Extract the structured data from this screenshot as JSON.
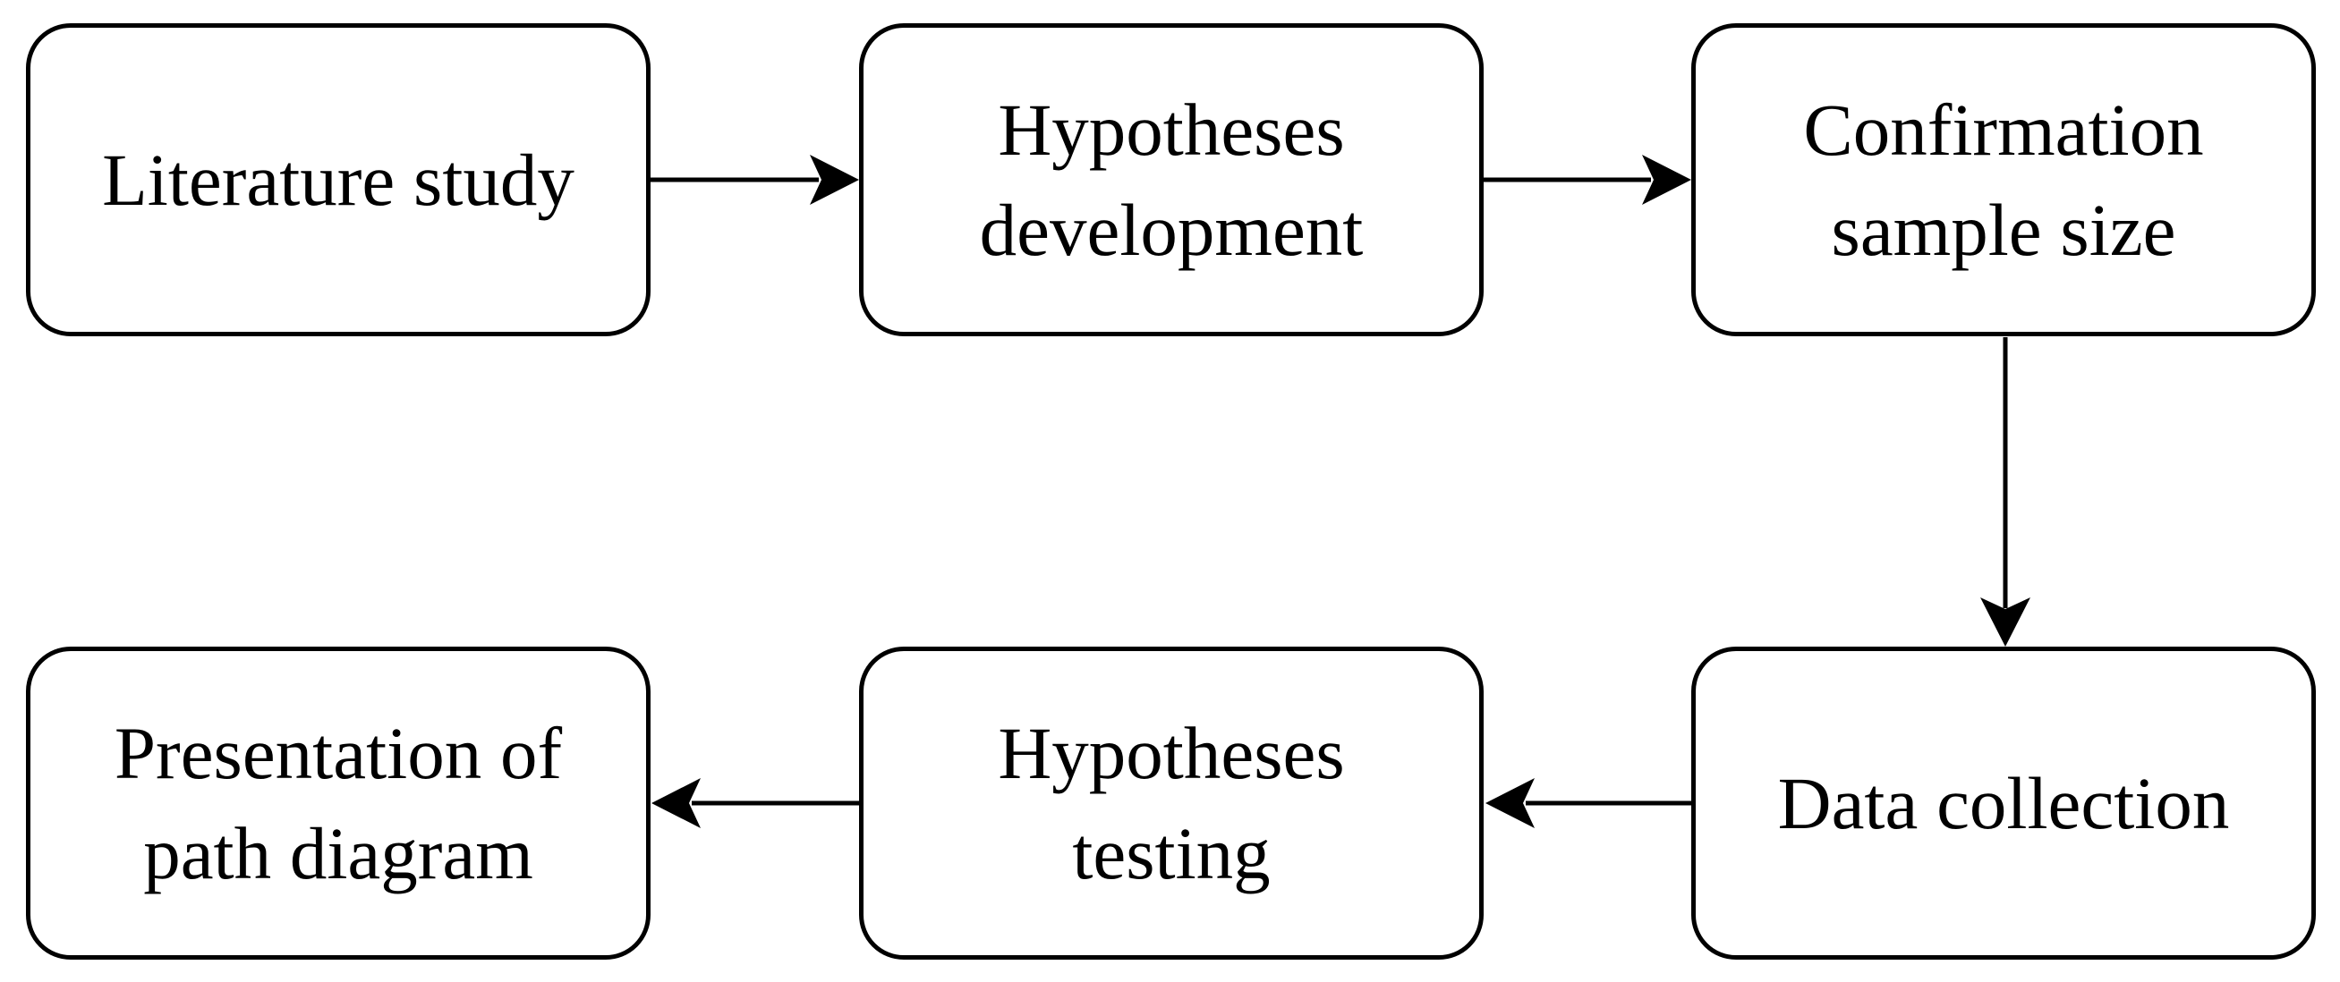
{
  "diagram": {
    "nodes": [
      {
        "id": "literature",
        "label": "Literature study"
      },
      {
        "id": "hyp_dev",
        "label": "Hypotheses\ndevelopment"
      },
      {
        "id": "sample",
        "label": "Confirmation\nsample size"
      },
      {
        "id": "data",
        "label": "Data collection"
      },
      {
        "id": "hyp_test",
        "label": "Hypotheses\ntesting"
      },
      {
        "id": "presentation",
        "label": "Presentation of\npath diagram"
      }
    ],
    "edges": [
      {
        "from": "literature",
        "to": "hyp_dev"
      },
      {
        "from": "hyp_dev",
        "to": "sample"
      },
      {
        "from": "sample",
        "to": "data"
      },
      {
        "from": "data",
        "to": "hyp_test"
      },
      {
        "from": "hyp_test",
        "to": "presentation"
      }
    ],
    "colors": {
      "stroke": "#000000",
      "fill": "#ffffff"
    }
  }
}
